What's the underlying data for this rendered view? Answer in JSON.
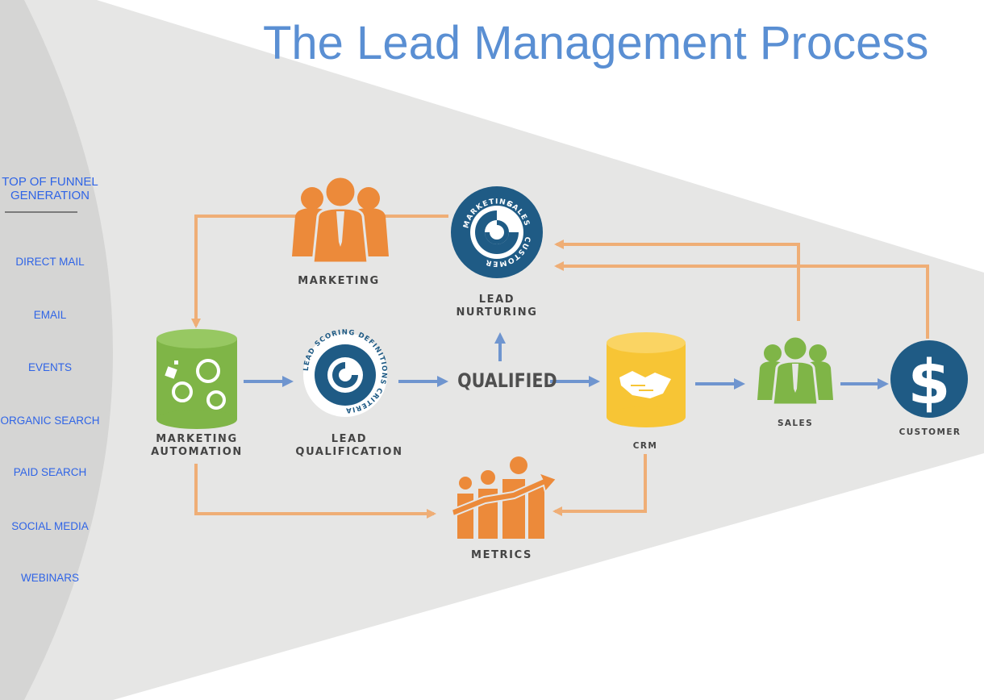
{
  "title": "The Lead Management Process",
  "sidebar": {
    "heading_line1": "TOP OF FUNNEL",
    "heading_line2": "GENERATION",
    "items": [
      "DIRECT MAIL",
      "EMAIL",
      "EVENTS",
      "ORGANIC SEARCH",
      "PAID SEARCH",
      "SOCIAL MEDIA",
      "WEBINARS"
    ]
  },
  "nodes": {
    "marketing": "MARKETING",
    "lead_nurturing_line1": "LEAD",
    "lead_nurturing_line2": "NURTURING",
    "marketing_automation_line1": "MARKETING",
    "marketing_automation_line2": "AUTOMATION",
    "lead_qualification_line1": "LEAD",
    "lead_qualification_line2": "QUALIFICATION",
    "qualified": "QUALIFIED",
    "crm": "CRM",
    "sales": "SALES",
    "customer": "CUSTOMER",
    "metrics": "METRICS"
  },
  "badges": {
    "nurturing_ring": [
      "MARKETING",
      "SALES",
      "CUSTOMER"
    ],
    "scoring_ring": "LEAD SCORING DEFINITIONS CRITERIA",
    "customer_symbol": "$"
  },
  "colors": {
    "title": "#5a8fd3",
    "sidebar_text": "#2f64e6",
    "orange": "#ec8a3a",
    "green": "#7fb547",
    "yellow": "#f7c535",
    "navy": "#1f5b85",
    "blue_arrow": "#6f95cf",
    "orange_line": "#efae76",
    "funnel": "#e6e6e5"
  }
}
